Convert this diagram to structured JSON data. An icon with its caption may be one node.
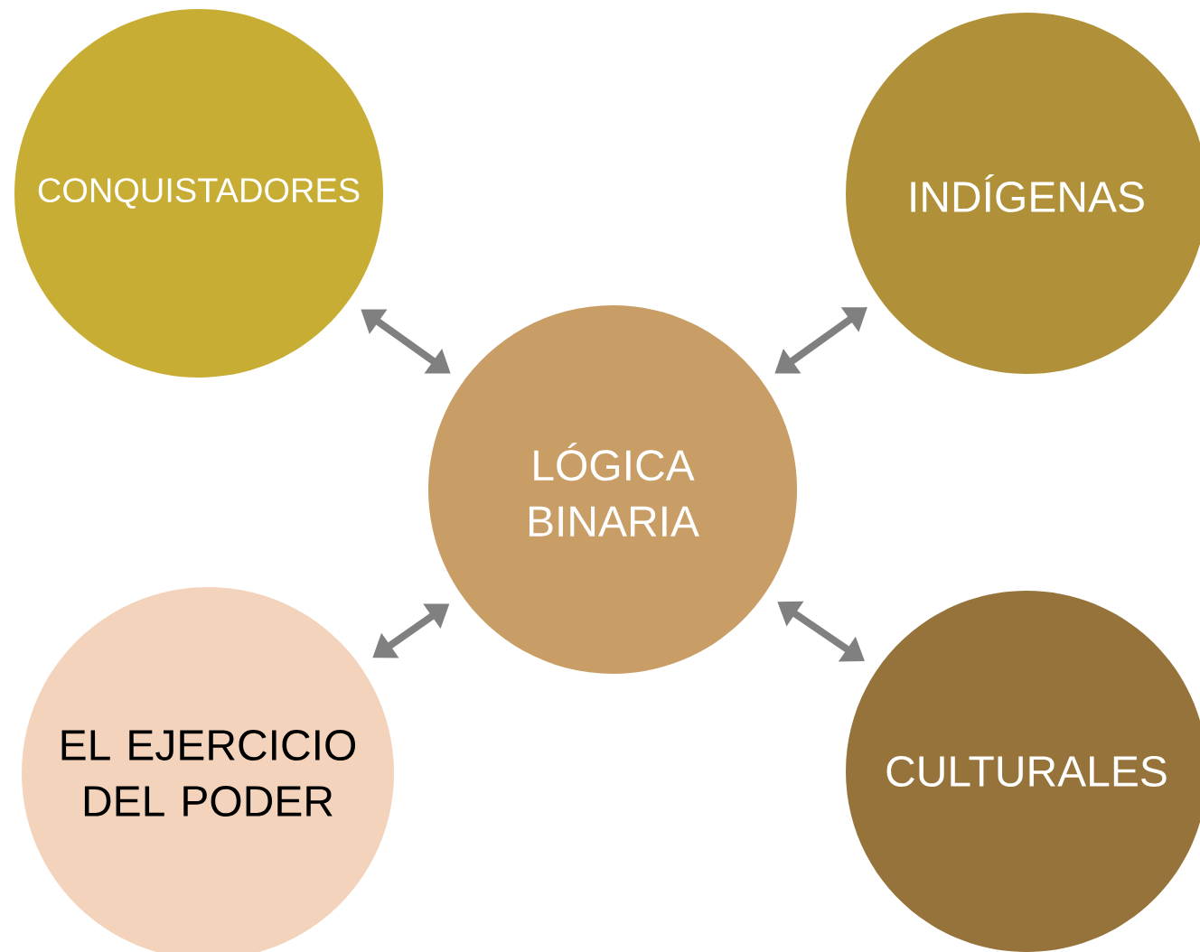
{
  "diagram": {
    "nodes": [
      {
        "text": [
          "CONQUISTADORES"
        ]
      },
      {
        "text": [
          "INDÍGENAS"
        ]
      },
      {
        "text": [
          "LÓGICA BINARIA"
        ]
      },
      {
        "text": [
          "EL EJERCICIO DEL PODER"
        ]
      },
      {
        "text": [
          "CULTURALES"
        ]
      }
    ],
    "edges": [
      {
        "from": 2,
        "to": 0,
        "arrow": "both"
      },
      {
        "from": 2,
        "to": 1,
        "arrow": "both"
      },
      {
        "from": 2,
        "to": 3,
        "arrow": "both"
      },
      {
        "from": 2,
        "to": 4,
        "arrow": "both"
      }
    ]
  }
}
